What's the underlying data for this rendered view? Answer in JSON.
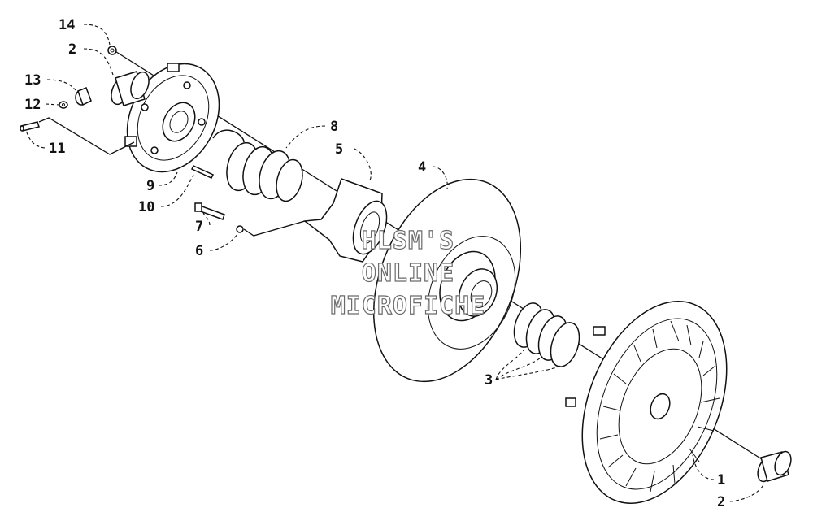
{
  "diagram": {
    "watermark_lines": [
      "HLSM'S",
      "ONLINE",
      "MICROFICHE"
    ],
    "callouts": [
      "14",
      "2",
      "13",
      "12",
      "11",
      "9",
      "10",
      "7",
      "6",
      "8",
      "5",
      "4",
      "3",
      "1",
      "2"
    ],
    "colors": {
      "line": "#111111",
      "watermark_outline": "#6b6b6b",
      "background": "#ffffff"
    }
  }
}
